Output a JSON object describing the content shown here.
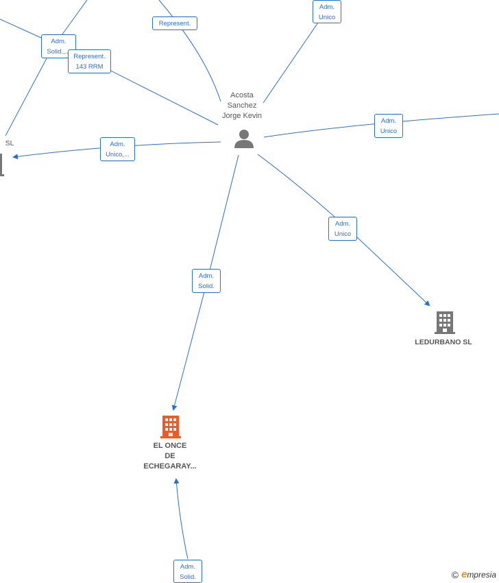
{
  "person": {
    "name_line1": "Acosta",
    "name_line2": "Sanchez",
    "name_line3": "Jorge Kevin",
    "icon": "person-icon"
  },
  "companies": [
    {
      "id": "el-once",
      "line1": "EL ONCE",
      "line2": "DE",
      "line3": "ECHEGARAY...",
      "highlight": true,
      "icon": "building-icon",
      "color": "#f05a28"
    },
    {
      "id": "ledurbano",
      "line1": "LEDURBANO SL",
      "highlight": false,
      "icon": "building-icon",
      "color": "#777777"
    },
    {
      "id": "partial-sl",
      "line1": "SL",
      "highlight": false,
      "icon": "building-icon",
      "color": "#777777"
    }
  ],
  "relations": {
    "adm_solid_top": {
      "line1": "Adm.",
      "line2": "Solid.,..."
    },
    "represent_top": {
      "line1": "Represent."
    },
    "represent_143": {
      "line1": "Represent.",
      "line2": "143 RRM"
    },
    "adm_unico_top": {
      "line1": "Adm.",
      "line2": "Unico"
    },
    "adm_unico_right": {
      "line1": "Adm.",
      "line2": "Unico"
    },
    "adm_unico_left": {
      "line1": "Adm.",
      "line2": "Unico,..."
    },
    "adm_unico_ledurbano": {
      "line1": "Adm.",
      "line2": "Unico"
    },
    "adm_solid_once": {
      "line1": "Adm.",
      "line2": "Solid."
    },
    "adm_solid_bottom": {
      "line1": "Adm.",
      "line2": "Solid."
    }
  },
  "brand": {
    "copyright": "©",
    "initial": "e",
    "name": "mpresia"
  },
  "colors": {
    "edge": "#2a6fc9",
    "label": "#555555",
    "highlight": "#f05a28",
    "building": "#777777"
  }
}
